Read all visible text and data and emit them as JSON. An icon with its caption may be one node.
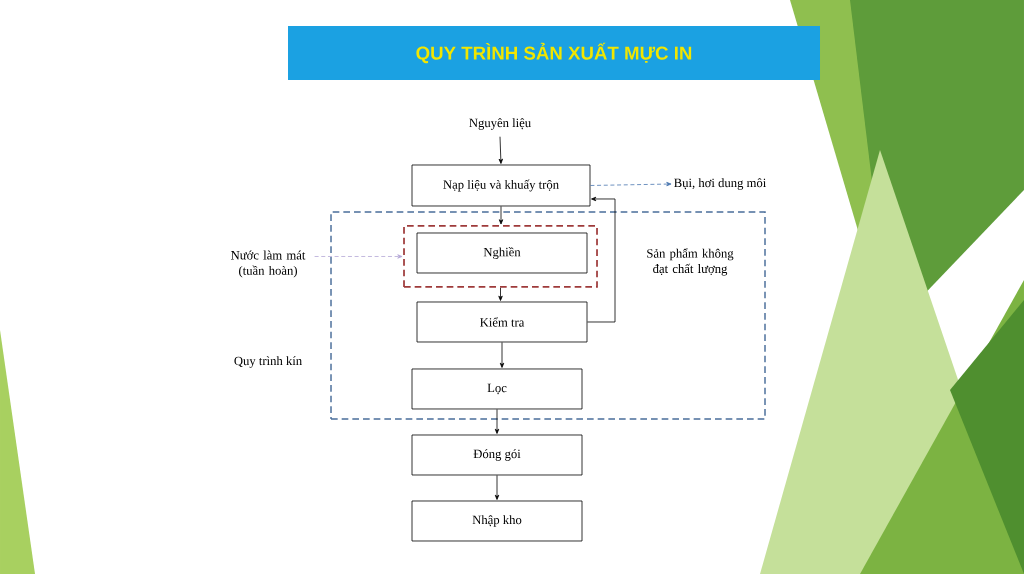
{
  "diagram": {
    "title": "QUY TRÌNH SẢN XUẤT MỰC IN",
    "nodes": [
      {
        "text": [
          "Nguyên liệu"
        ]
      },
      {
        "text": [
          "Nạp liệu và khuấy trộn"
        ]
      },
      {
        "text": [
          "Quy trình kín"
        ]
      },
      {
        "text": [],
        "shape": "box",
        "in": 2
      },
      {
        "text": [
          "Nghiền"
        ],
        "in": 3
      },
      {
        "text": [
          "Kiểm tra"
        ],
        "in": 2
      },
      {
        "text": [
          "Lọc"
        ],
        "in": 2
      },
      {
        "text": [
          "Đóng gói"
        ]
      },
      {
        "text": [
          "Nhập kho"
        ]
      },
      {
        "text": [
          "Bụi, hơi dung môi"
        ]
      },
      {
        "text": [
          "Nước làm mát (tuần hoàn)"
        ]
      }
    ],
    "edges": [
      {
        "from": 0,
        "to": 1,
        "arrow": "to"
      },
      {
        "from": 1,
        "to": 3,
        "arrow": "to"
      },
      {
        "from": 3,
        "to": 5,
        "arrow": "to"
      },
      {
        "from": 5,
        "to": 1,
        "arrow": "to",
        "label": "Sản phẩm không đạt chất lượng"
      },
      {
        "from": 5,
        "to": 6,
        "arrow": "to"
      },
      {
        "from": 6,
        "to": 7,
        "arrow": "to"
      },
      {
        "from": 7,
        "to": 8,
        "arrow": "to"
      },
      {
        "from": 1,
        "to": 9,
        "arrow": "to",
        "style": "dashed",
        "color": "#4a76b0"
      },
      {
        "from": 10,
        "to": 3,
        "arrow": "to",
        "style": "dashed",
        "color": "#b4a7d6"
      }
    ]
  }
}
